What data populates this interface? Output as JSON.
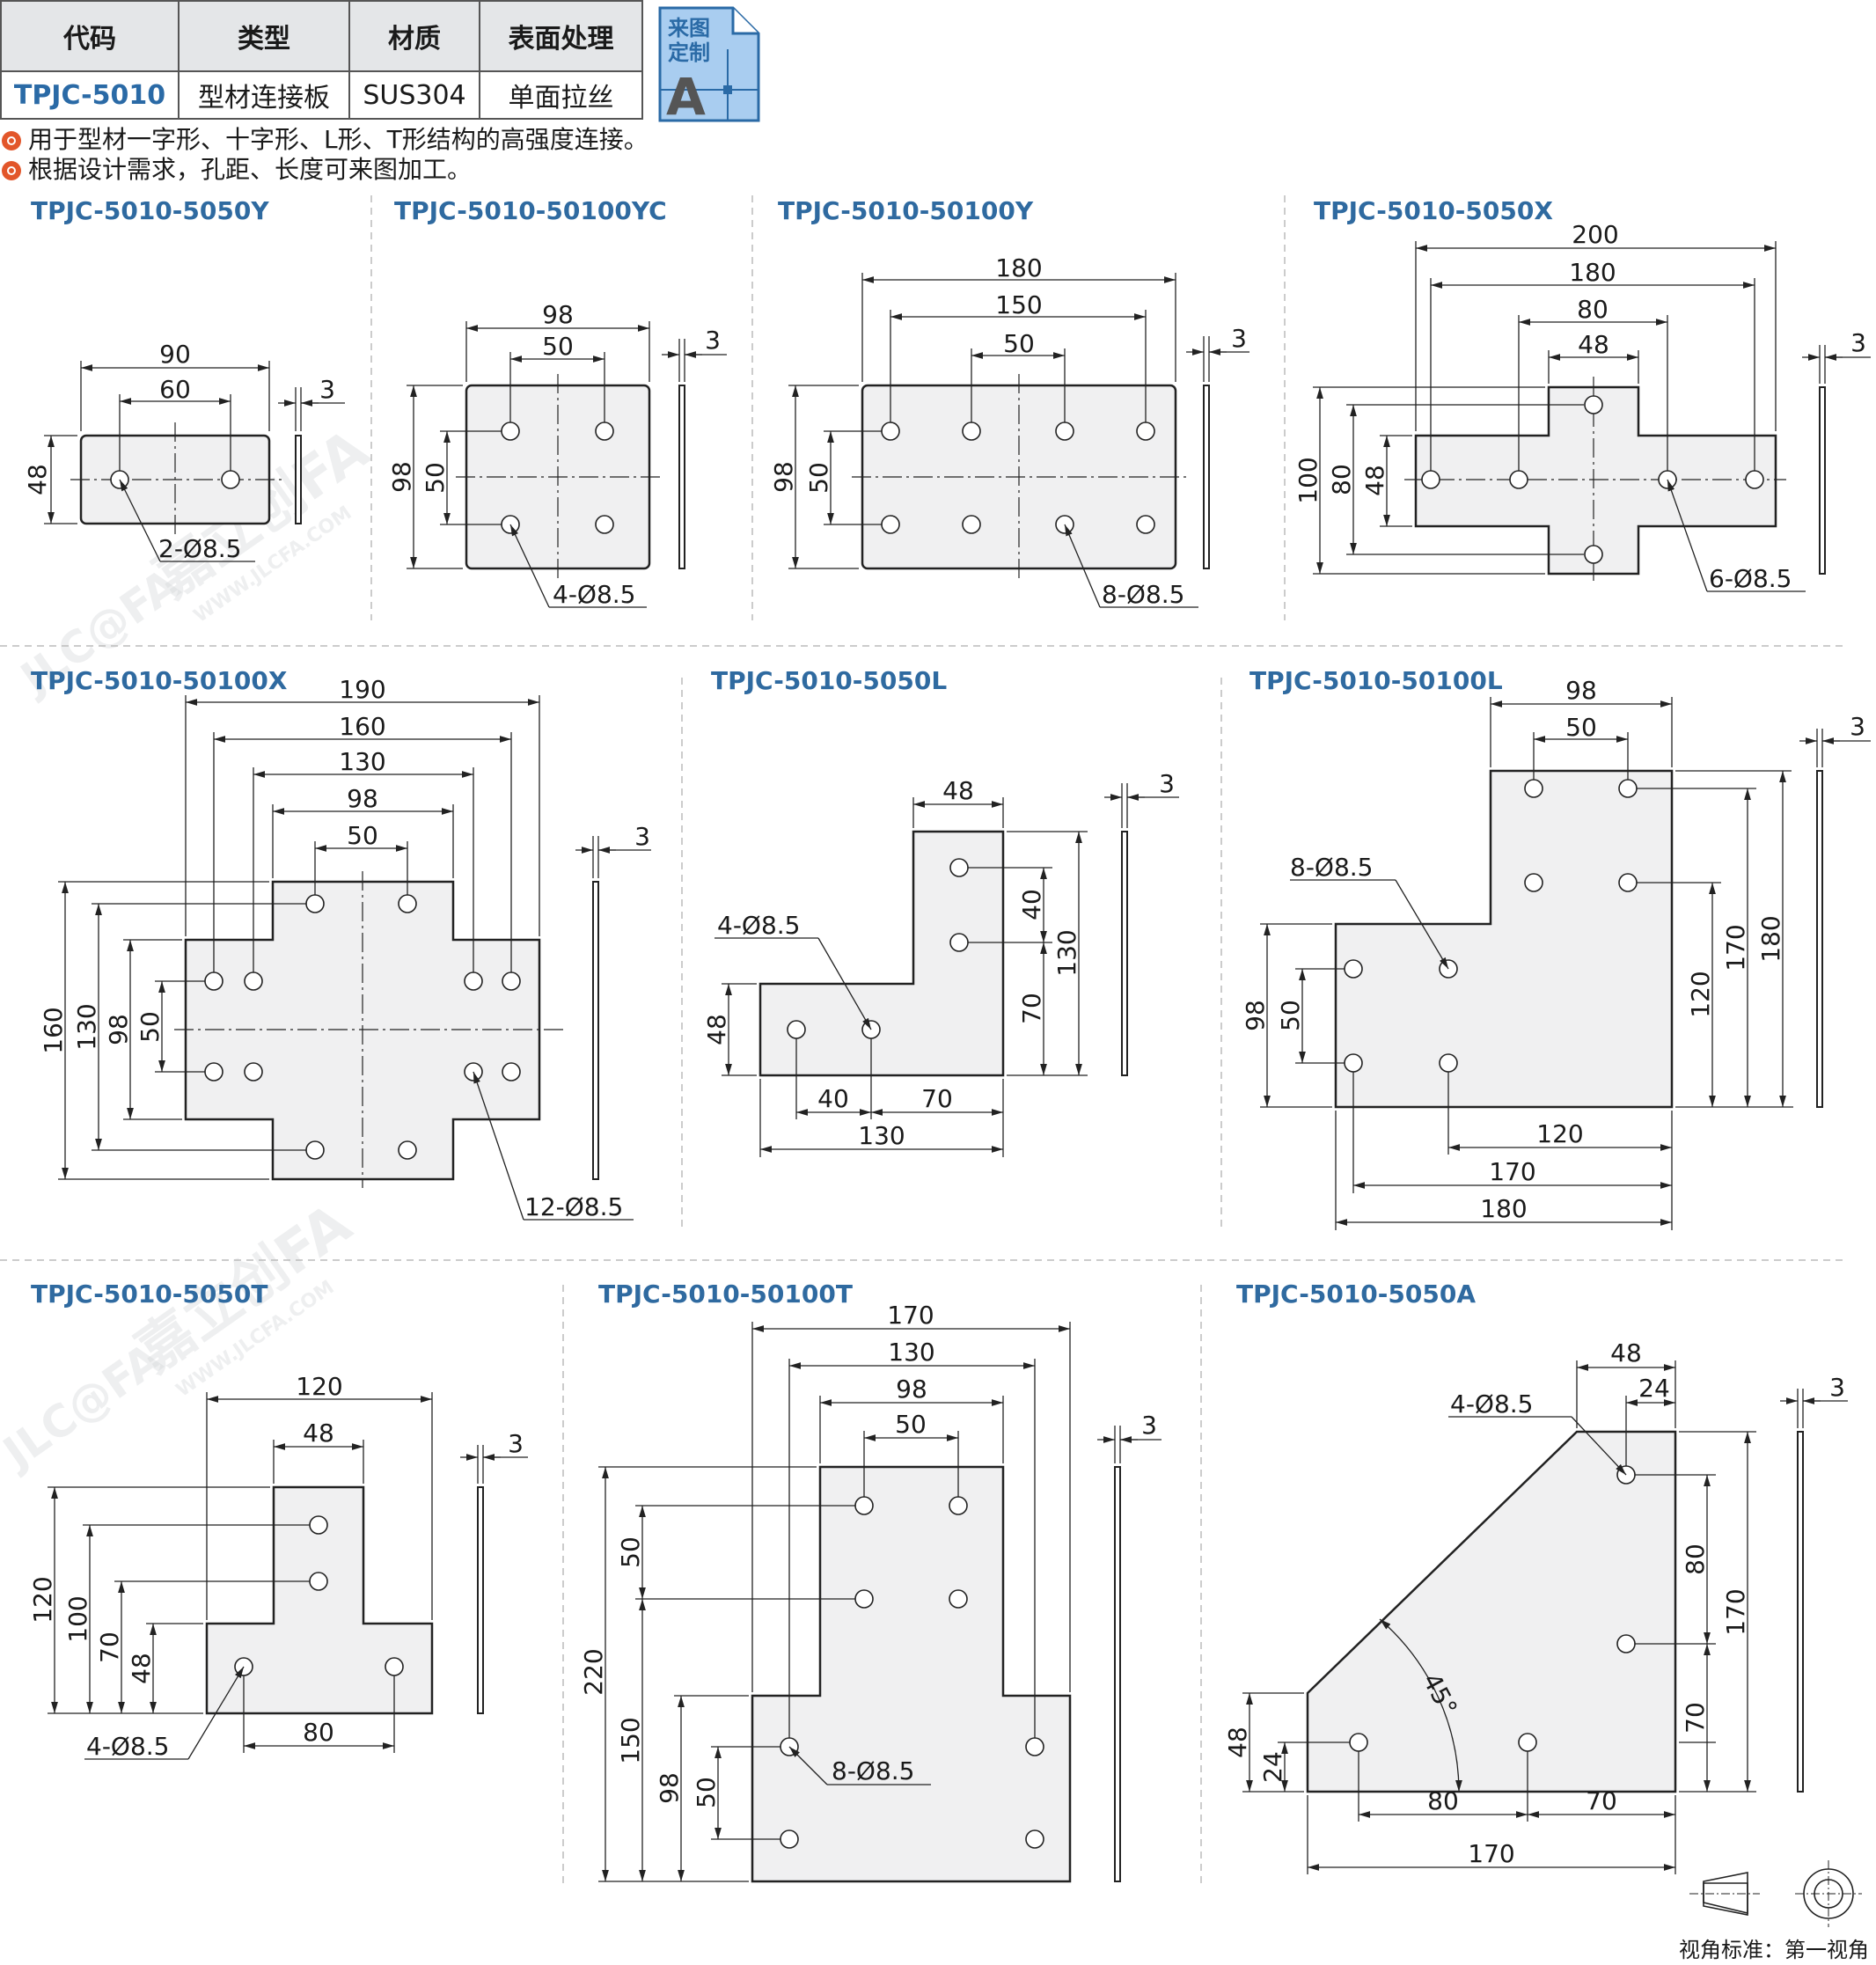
{
  "table": {
    "headers": [
      "代码",
      "类型",
      "材质",
      "表面处理"
    ],
    "row": [
      "TPJC-5010",
      "型材连接板",
      "SUS304",
      "单面拉丝"
    ]
  },
  "badge": {
    "line1": "来图",
    "line2": "定制",
    "letter": "A"
  },
  "notes": [
    "用于型材一字形、十字形、L形、T形结构的高强度连接。",
    "根据设计需求，孔距、长度可来图加工。"
  ],
  "watermark": {
    "brand": "嘉立创FA",
    "logo": "JLC@FA",
    "url": "WWW.JLCFA.COM"
  },
  "view_standard": "视角标准：第一视角",
  "parts": [
    {
      "code": "TPJC-5010-5050Y",
      "dims": [
        "90",
        "60",
        "48",
        "3"
      ],
      "hole_callout": "2-Ø8.5"
    },
    {
      "code": "TPJC-5010-50100YC",
      "dims": [
        "98",
        "50",
        "98",
        "50",
        "3"
      ],
      "hole_callout": "4-Ø8.5"
    },
    {
      "code": "TPJC-5010-50100Y",
      "dims": [
        "180",
        "150",
        "50",
        "98",
        "50",
        "3"
      ],
      "hole_callout": "8-Ø8.5"
    },
    {
      "code": "TPJC-5010-5050X",
      "dims": [
        "200",
        "180",
        "80",
        "48",
        "100",
        "80",
        "48",
        "3"
      ],
      "hole_callout": "6-Ø8.5"
    },
    {
      "code": "TPJC-5010-50100X",
      "dims": [
        "190",
        "160",
        "130",
        "98",
        "50",
        "160",
        "130",
        "98",
        "50",
        "3"
      ],
      "hole_callout": "12-Ø8.5"
    },
    {
      "code": "TPJC-5010-5050L",
      "dims": [
        "48",
        "40",
        "130",
        "70",
        "48",
        "40",
        "70",
        "130",
        "3"
      ],
      "hole_callout": "4-Ø8.5"
    },
    {
      "code": "TPJC-5010-50100L",
      "dims": [
        "98",
        "50",
        "120",
        "170",
        "180",
        "98",
        "50",
        "120",
        "170",
        "180",
        "3"
      ],
      "hole_callout": "8-Ø8.5"
    },
    {
      "code": "TPJC-5010-5050T",
      "dims": [
        "120",
        "48",
        "120",
        "100",
        "70",
        "48",
        "80",
        "3"
      ],
      "hole_callout": "4-Ø8.5"
    },
    {
      "code": "TPJC-5010-50100T",
      "dims": [
        "170",
        "130",
        "98",
        "50",
        "220",
        "50",
        "150",
        "98",
        "50",
        "3"
      ],
      "hole_callout": "8-Ø8.5"
    },
    {
      "code": "TPJC-5010-5050A",
      "dims": [
        "48",
        "24",
        "80",
        "170",
        "70",
        "48",
        "24",
        "80",
        "70",
        "170",
        "3"
      ],
      "hole_callout": "4-Ø8.5",
      "angle": "45°"
    }
  ]
}
